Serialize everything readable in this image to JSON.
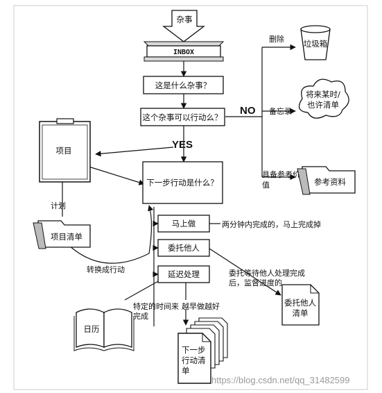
{
  "nodes": {
    "misc": "杂事",
    "inbox": "INBOX",
    "what_is_it": "这是什么杂事？",
    "actionable": "这个杂事可以行动么？",
    "project": "项目",
    "next_action": "下一步行动是什么？",
    "do_now": "马上做",
    "delegate": "委托他人",
    "defer": "延迟处理",
    "trash": "垃圾箱",
    "someday_line1": "将来某时/",
    "someday_line2": "也许清单",
    "reference": "参考资料",
    "project_list": "项目清单",
    "delegate_list_line1": "委托他人",
    "delegate_list_line2": "清单",
    "calendar": "日历",
    "next_list_line1": "下一步",
    "next_list_line2": "行动清",
    "next_list_line3": "单"
  },
  "labels": {
    "no": "NO",
    "yes": "YES",
    "delete": "删除",
    "memo": "备忘录",
    "ref_line1": "具备参考价",
    "ref_line2": "值",
    "plan": "计划",
    "convert": "转换成行动",
    "two_minutes": "两分钟内完成的，马上完成掉",
    "wait_line1": "委托等待他人处理完成",
    "wait_line2": "后，监督进度的",
    "specific_time_line1": "特定的时间来",
    "specific_time_line2": "完成",
    "asap": "越早做越好"
  },
  "watermark": "https://blog.csdn.net/qq_31482599"
}
